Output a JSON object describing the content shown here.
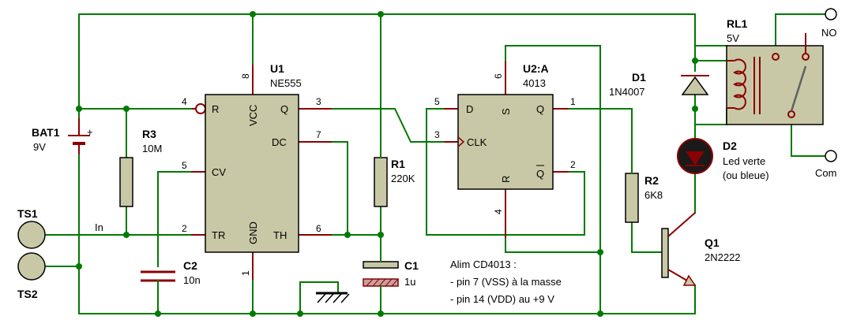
{
  "components": {
    "bat1": {
      "ref": "BAT1",
      "value": "9V",
      "polarity": "+"
    },
    "r3": {
      "ref": "R3",
      "value": "10M"
    },
    "u1": {
      "ref": "U1",
      "value": "NE555",
      "pins": {
        "r": "R",
        "vcc": "VCC",
        "q": "Q",
        "dc": "DC",
        "cv": "CV",
        "tr": "TR",
        "gnd": "GND",
        "th": "TH"
      },
      "pin_numbers": {
        "n4": "4",
        "n8": "8",
        "n3": "3",
        "n7": "7",
        "n5": "5",
        "n2": "2",
        "n1": "1",
        "n6": "6"
      }
    },
    "c2": {
      "ref": "C2",
      "value": "10n"
    },
    "r1": {
      "ref": "R1",
      "value": "220K"
    },
    "c1": {
      "ref": "C1",
      "value": "1u"
    },
    "u2": {
      "ref": "U2:A",
      "value": "4013",
      "pins": {
        "d": "D",
        "s": "S",
        "q": "Q",
        "clk": "CLK",
        "r": "R",
        "qbar": "Q"
      },
      "pin_numbers": {
        "n5": "5",
        "n6": "6",
        "n1": "1",
        "n3": "3",
        "n4": "4",
        "n2": "2"
      }
    },
    "r2": {
      "ref": "R2",
      "value": "6K8"
    },
    "d1": {
      "ref": "D1",
      "value": "1N4007"
    },
    "d2": {
      "ref": "D2",
      "value_line1": "Led verte",
      "value_line2": "(ou bleue)"
    },
    "q1": {
      "ref": "Q1",
      "value": "2N2222"
    },
    "rl1": {
      "ref": "RL1",
      "value": "5V"
    }
  },
  "terminals": {
    "ts1": "TS1",
    "ts2": "TS2",
    "no": "NO",
    "com": "Com"
  },
  "net_labels": {
    "in": "In"
  },
  "note": {
    "line1": "Alim CD4013 :",
    "line2": "- pin 7 (VSS) à la masse",
    "line3": "- pin 14 (VDD) au +9 V"
  },
  "colors": {
    "wire": "#007a00",
    "component_outline": "#8b0000",
    "ic_body": "#c8c8a6",
    "led_body": "#1a1a1a"
  }
}
